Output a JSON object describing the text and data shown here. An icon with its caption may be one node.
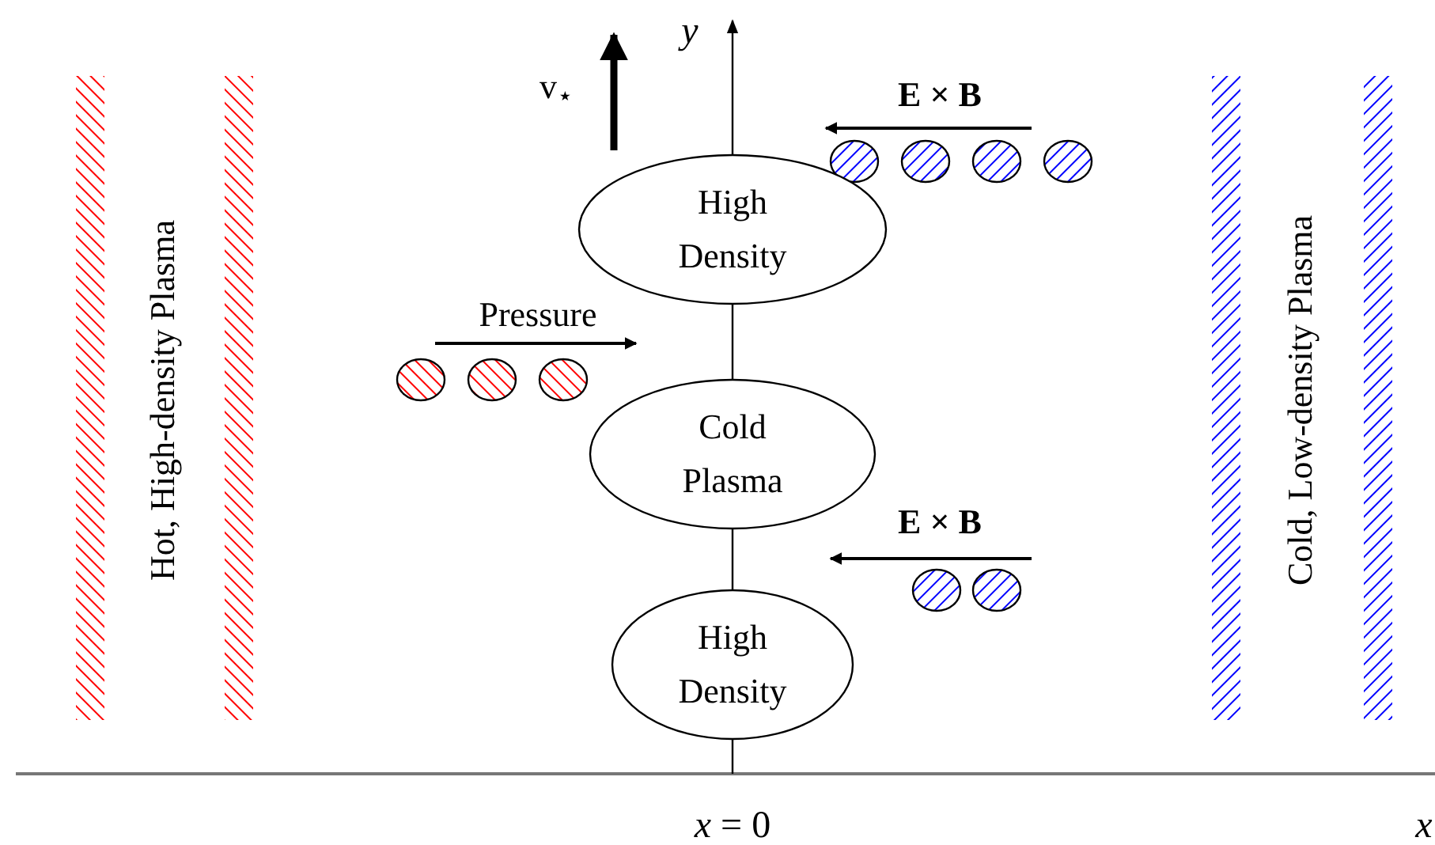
{
  "diagram": {
    "nodes": [
      {
        "text": [
          "High Density"
        ]
      },
      {
        "text": [
          "Cold Plasma"
        ]
      },
      {
        "text": [
          "High Density"
        ]
      }
    ],
    "labels": [
      "y",
      "v$_{⋆}$",
      "E × B",
      "Hot, High-density Plasma",
      "Pressure",
      "Cold, Low-density Plasma",
      "E × B",
      "*x* = 0",
      "x"
    ]
  }
}
